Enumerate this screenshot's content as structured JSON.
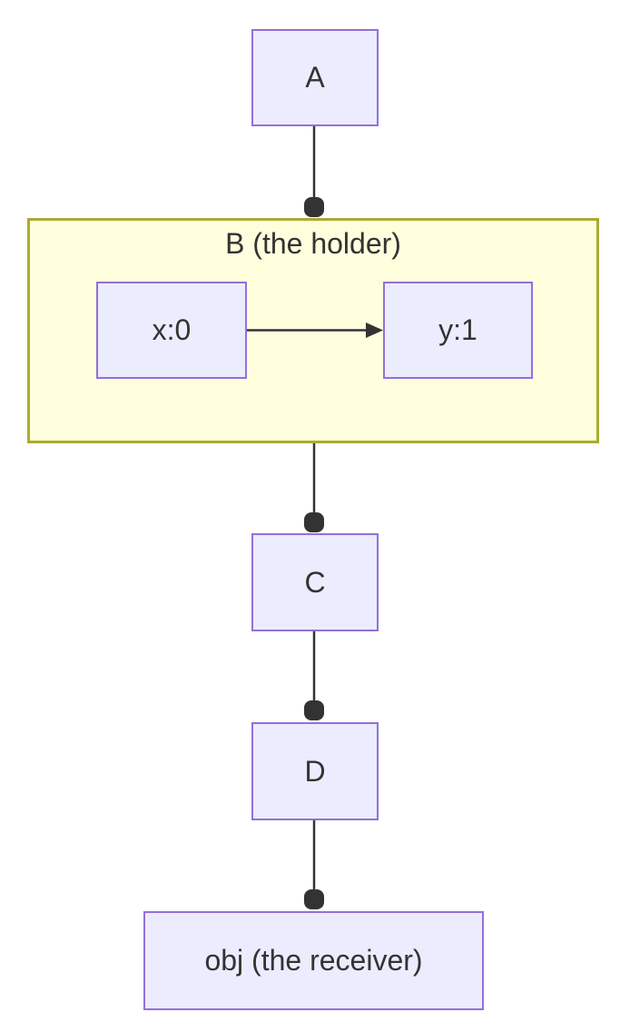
{
  "diagram": {
    "type": "flowchart",
    "direction": "top-down",
    "colors": {
      "background": "#FFFFFF",
      "node_fill": "#ECECFF",
      "node_border": "#9370DB",
      "subgraph_fill": "#FFFFDE",
      "subgraph_border": "#AAAA33",
      "edge_stroke": "#333333",
      "text": "#333333"
    },
    "nodes": {
      "a": {
        "label": "A"
      },
      "b": {
        "label": "B (the holder)"
      },
      "x0": {
        "label": "x:0"
      },
      "y1": {
        "label": "y:1"
      },
      "c": {
        "label": "C"
      },
      "d": {
        "label": "D"
      },
      "obj": {
        "label": "obj (the receiver)"
      }
    },
    "edges": [
      {
        "from": "A",
        "to": "B (the holder)",
        "terminal": "filled-circle"
      },
      {
        "from": "x:0",
        "to": "y:1",
        "terminal": "arrowhead"
      },
      {
        "from": "B (the holder)",
        "to": "C",
        "terminal": "filled-circle"
      },
      {
        "from": "C",
        "to": "D",
        "terminal": "filled-circle"
      },
      {
        "from": "D",
        "to": "obj (the receiver)",
        "terminal": "filled-circle"
      }
    ]
  }
}
